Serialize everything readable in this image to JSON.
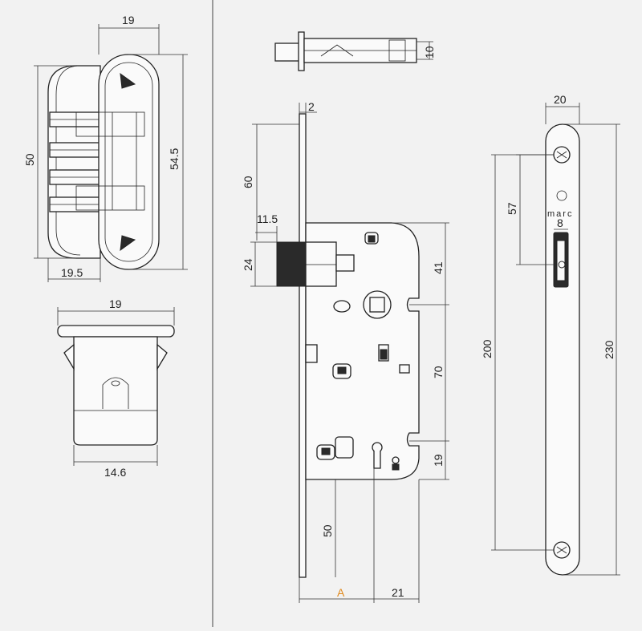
{
  "dimensions": {
    "striker_top_width": "19",
    "striker_height": "50",
    "striker_height_outer": "54.5",
    "striker_depth": "19.5",
    "striker_base_top": "19",
    "striker_base_bottom": "14.6",
    "latch_width": "10",
    "faceplate_thickness": "2",
    "top_offset": "60",
    "latch_projection": "11.5",
    "latch_height": "24",
    "handle_to_top": "41",
    "handle_to_key": "70",
    "key_to_bottom": "19",
    "key_to_bottom_edge": "50",
    "backset": "A",
    "case_width_offset": "21",
    "plate_width": "20",
    "screw_to_latch": "57",
    "latch_slot_width": "8",
    "screw_spacing": "200",
    "plate_height": "230"
  },
  "brand": {
    "name": "marc"
  },
  "colors": {
    "accent": "#e08a1e",
    "line": "#222222",
    "background": "#f2f2f2"
  }
}
